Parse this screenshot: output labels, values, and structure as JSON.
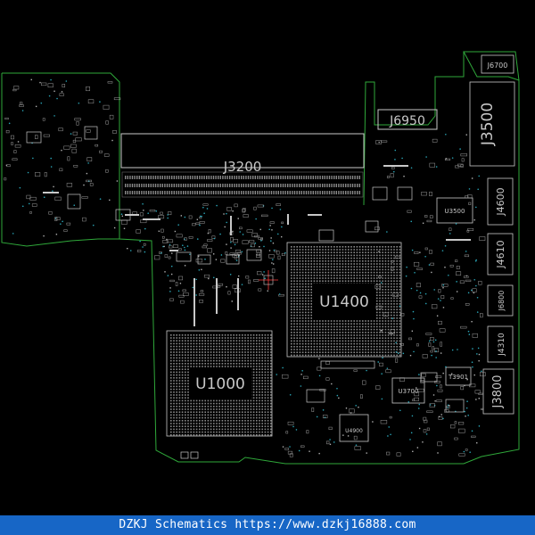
{
  "board": {
    "colors": {
      "background": "#000000",
      "outline": "#2fa83a",
      "silk": "#c8c8c8",
      "pads": "#9a9a9a",
      "vias": "#2aa6b8",
      "marker": "#ff3b3b"
    },
    "labels": {
      "j3200": "J3200",
      "j6950": "J6950",
      "j3500": "J3500",
      "j6700": "J6700",
      "j4600": "J4600",
      "j4610": "J4610",
      "j6800": "J6800",
      "j4310": "J4310",
      "j3800": "J3800",
      "u1400": "U1400",
      "u1000": "U1000",
      "u3500": "U3500",
      "u3700": "U3700",
      "u4900": "U4900",
      "t3901": "T3901"
    }
  },
  "footer": {
    "text": "DZKJ Schematics https://www.dzkj16888.com"
  }
}
